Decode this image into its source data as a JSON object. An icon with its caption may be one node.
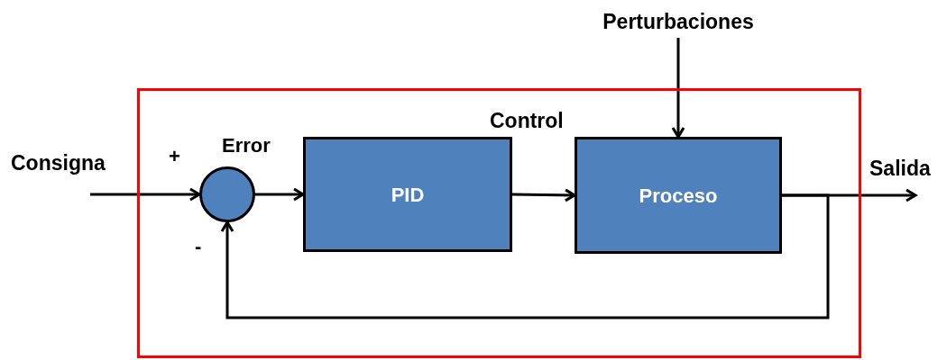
{
  "diagram": {
    "nodes": [
      {
        "text": [
          "Perturbaciones"
        ]
      },
      {
        "text": [
          "Control"
        ]
      },
      {
        "text": [],
        "shape": "circle",
        "in": 1,
        "beside": [
          "+",
          "Error",
          "-"
        ]
      },
      {
        "text": [
          "PID"
        ],
        "in": 1
      },
      {
        "text": [
          "Proceso"
        ],
        "in": 1
      }
    ],
    "edges": [
      {
        "from": null,
        "to": 2,
        "arrow": "to",
        "label": "Consigna"
      },
      {
        "from": 2,
        "to": 3,
        "arrow": "to"
      },
      {
        "from": 3,
        "to": 4,
        "arrow": "to"
      },
      {
        "from": 0,
        "to": 4,
        "arrow": "to"
      },
      {
        "from": 4,
        "to": null,
        "arrow": "to",
        "label": "Salida"
      },
      {
        "from": 4,
        "to": 2,
        "arrow": "to"
      }
    ]
  }
}
